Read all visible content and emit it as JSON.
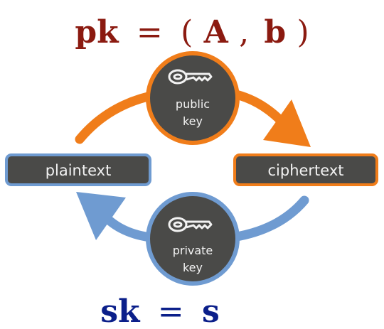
{
  "public_key_formula": {
    "lhs": "pk",
    "eq": "=",
    "rhs_open": "(",
    "A": "A",
    "comma": ",",
    "b": "b",
    "rhs_close": ")"
  },
  "secret_key_formula": {
    "lhs": "sk",
    "eq": "=",
    "rhs": "s"
  },
  "nodes": {
    "plaintext": "plaintext",
    "ciphertext": "ciphertext"
  },
  "public_key_badge": {
    "line1": "public",
    "line2": "key",
    "icon": "key-icon"
  },
  "private_key_badge": {
    "line1": "private",
    "line2": "key",
    "icon": "key-icon"
  },
  "colors": {
    "pk_text": "#8b1a10",
    "sk_text": "#0b1f8a",
    "orange": "#f07d1a",
    "blue": "#6f9bd1",
    "dark": "#4a4a48",
    "light_text": "#f2f2f2"
  }
}
